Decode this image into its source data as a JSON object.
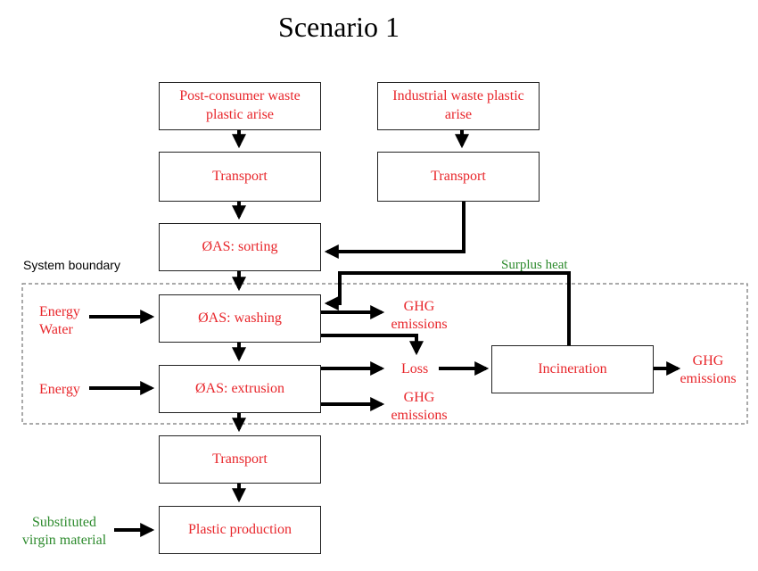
{
  "title": "Scenario 1",
  "boundary_label": "System boundary",
  "boxes": {
    "post_consumer": "Post-consumer waste plastic arise",
    "industrial": "Industrial waste plastic arise",
    "transport1": "Transport",
    "transport2": "Transport",
    "sorting": "ØAS: sorting",
    "washing": "ØAS: washing",
    "extrusion": "ØAS: extrusion",
    "incineration": "Incineration",
    "transport3": "Transport",
    "plastic_production": "Plastic production"
  },
  "labels": {
    "energy_water_1": "Energy",
    "energy_water_2": "Water",
    "energy": "Energy",
    "ghg_washing_1": "GHG",
    "ghg_washing_2": "emissions",
    "loss": "Loss",
    "ghg_extrusion_1": "GHG",
    "ghg_extrusion_2": "emissions",
    "ghg_incineration_1": "GHG",
    "ghg_incineration_2": "emissions",
    "surplus_heat": "Surplus heat",
    "substituted_1": "Substituted",
    "substituted_2": "virgin material"
  },
  "colors": {
    "process_text": "#e8262b",
    "input_text": "#2e8b2e",
    "arrow": "#000000",
    "boundary": "#555555"
  }
}
